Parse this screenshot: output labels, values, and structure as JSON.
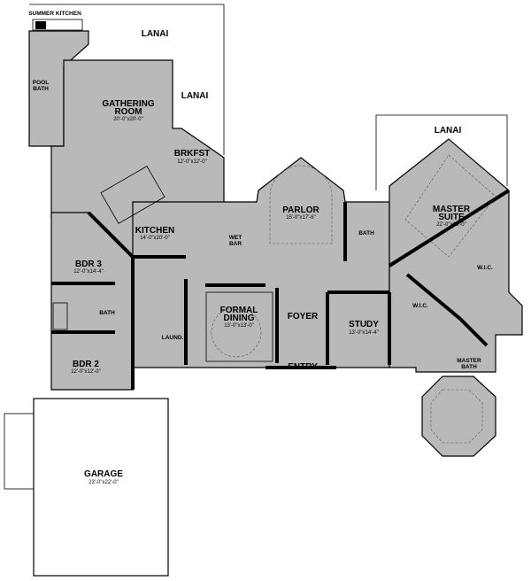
{
  "title": "Floor Plan",
  "rooms": {
    "summer_kitchen": {
      "name": "SUMMER KITCHEN"
    },
    "lanai_top": {
      "name": "LANAI"
    },
    "lanai_side": {
      "name": "LANAI"
    },
    "lanai_master": {
      "name": "LANAI"
    },
    "pool_bath": {
      "name1": "POOL",
      "name2": "BATH"
    },
    "gathering": {
      "name1": "GATHERING",
      "name2": "ROOM",
      "dims": "20'-0\"x20'-0\""
    },
    "brkfst": {
      "name": "BRKFST",
      "dims": "12'-0\"x12'-0\""
    },
    "kitchen": {
      "name": "KITCHEN",
      "dims": "14'-0\"x20'-0\""
    },
    "wet_bar": {
      "name1": "WET",
      "name2": "BAR"
    },
    "parlor": {
      "name": "PARLOR",
      "dims": "15'-0\"x17'-6\""
    },
    "bath_parlor": {
      "name": "BATH"
    },
    "master_suite": {
      "name1": "MASTER",
      "name2": "SUITE",
      "dims": "22'-0\"x16'-0\""
    },
    "wic1": {
      "name": "W.I.C."
    },
    "wic2": {
      "name": "W.I.C."
    },
    "bdr3": {
      "name": "BDR 3",
      "dims": "12'-0\"x14'-4\""
    },
    "bath_bdr": {
      "name": "BATH"
    },
    "formal_dining": {
      "name1": "FORMAL",
      "name2": "DINING",
      "dims": "13'-0\"x13'-0\""
    },
    "foyer": {
      "name": "FOYER"
    },
    "study": {
      "name": "STUDY",
      "dims": "13'-0\"x14'-4\""
    },
    "laundry": {
      "name": "LAUND."
    },
    "entry": {
      "name": "ENTRY"
    },
    "master_bath": {
      "name1": "MASTER",
      "name2": "BATH"
    },
    "bdr2": {
      "name": "BDR 2",
      "dims": "12'-0\"x12'-0\""
    },
    "garage": {
      "name": "GARAGE",
      "dims": "23'-0\"x22'-0\""
    }
  }
}
